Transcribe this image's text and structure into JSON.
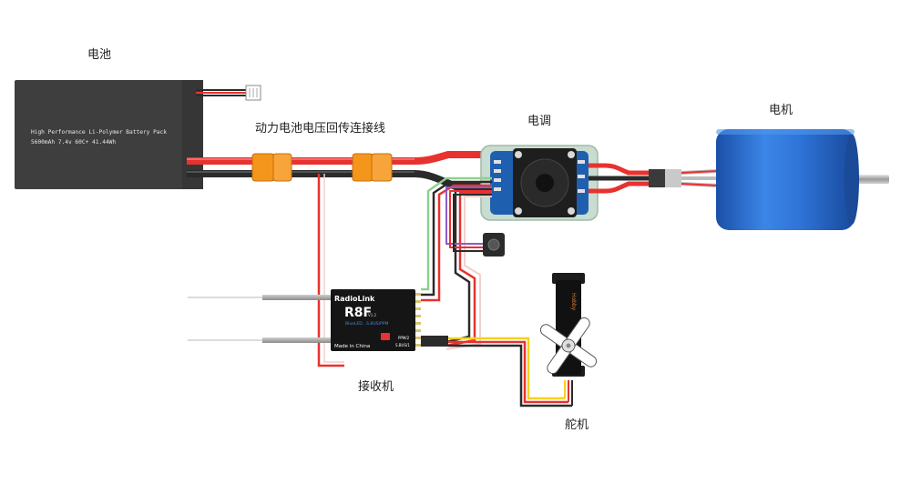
{
  "labels": {
    "battery": "电池",
    "balance_lead": "动力电池电压回传连接线",
    "esc": "电调",
    "motor": "电机",
    "receiver": "接收机",
    "servo": "舵机"
  },
  "battery": {
    "line1": "High Performance Li-Polymer Battery Pack",
    "line2": "5600mAh 7.4v 60C+ 41.44Wh"
  },
  "receiver": {
    "brand": "RadioLink",
    "model": "R8F",
    "version": "V1.2",
    "mode": "BlueLED...S.BUS/PPM",
    "made_in": "Made in China",
    "port_ppm": "PPM/2",
    "port_sbus": "S.BUS/1"
  },
  "servo": {
    "brand": "Hobby"
  },
  "colors": {
    "wire_red": "#e8322f",
    "wire_black": "#2b2b2b",
    "wire_yellow": "#f2d21c",
    "connector_orange": "#f5961c",
    "esc_blue": "#1f5fb0",
    "motor_blue": "#1f63c8",
    "battery_body": "#3e3e3e"
  }
}
